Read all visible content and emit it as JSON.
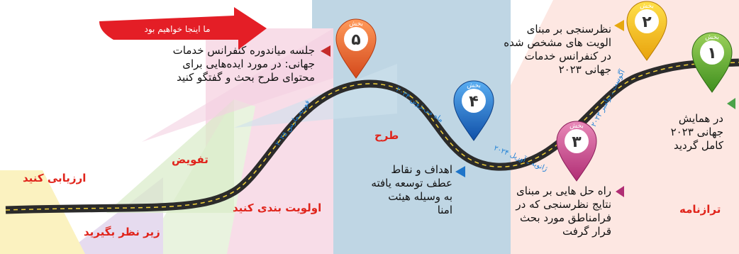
{
  "banner": {
    "text": "ما اینجا خواهیم بود"
  },
  "stages": {
    "evaluate": "ارزیابی کنید",
    "consider": "زیر نظر بگیرید",
    "delegate": "تفویض",
    "prioritize": "اولویت بندی کنید",
    "plan": "طرح",
    "balance": "ترازنامه"
  },
  "pins": [
    {
      "section": "بخش",
      "number": "۱"
    },
    {
      "section": "بخش",
      "number": "۲"
    },
    {
      "section": "بخش",
      "number": "۳"
    },
    {
      "section": "بخش",
      "number": "۴"
    },
    {
      "section": "بخش",
      "number": "۵"
    }
  ],
  "dates": {
    "feb_mar_2025": "فوریه‌ـمارس ۲۰۲۵",
    "may_jun_2024": "ماه می‌ـژوئن ۲۰۲۴",
    "jan_apr_2024": "ژانویه ـ آوریل ۲۰۲۴",
    "aug_nov_2023": "آگوست ـ نوامبر ۲۰۲۳"
  },
  "texts": {
    "t5": "جلسه میاندوره کنفرانس خدمات\nجهانی: در مورد ایده‌هایی برای\nمحتوای طرح بحث و گفتگو کنید",
    "t2": "نظرسنجی بر مبنای\nالویت های مشخص شده\nدر کنفرانس خدمات\nجهانی ۲۰۲۳",
    "t1": "در همایش\nجهانی ۲۰۲۳\nکامل گردید",
    "t4": "اهداف و نقاط\nعطف توسعه یافته\nبه وسیله هیئت\nامنا",
    "t3": "راه حل هایی بر مبنای\nنتایج نظرسنجی که در\nفرامناطق مورد بحث\nقرار گرفت"
  },
  "colors": {
    "pin1": "#6fb73b",
    "pin2": "#f2c318",
    "pin3": "#cf4f92",
    "pin4": "#1f75c9",
    "pin5": "#ee6a2c",
    "banner": "#e41e26",
    "stage_label": "#e0241b",
    "date": "#1d7fd6"
  }
}
